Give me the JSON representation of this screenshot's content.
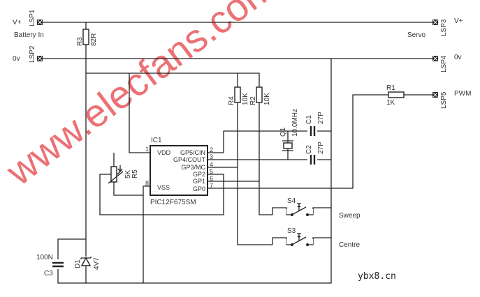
{
  "terminals": {
    "lsp1": {
      "ref": "LSP1",
      "label": "V+"
    },
    "lsp2": {
      "ref": "LSP2",
      "label": "0v"
    },
    "lsp3": {
      "ref": "LSP3",
      "label": "V+"
    },
    "lsp4": {
      "ref": "LSP4",
      "label": "0v"
    },
    "lsp5": {
      "ref": "LSP5",
      "label": "PWM"
    },
    "battery_label": "Battery In",
    "servo_label": "Servo"
  },
  "components": {
    "r1": {
      "ref": "R1",
      "value": "1K"
    },
    "r2": {
      "ref": "R2",
      "value": "10K"
    },
    "r3": {
      "ref": "R3",
      "value": "82R"
    },
    "r4": {
      "ref": "R4",
      "value": "10K"
    },
    "r5": {
      "ref": "R5",
      "value": "5K"
    },
    "c1": {
      "ref": "C1",
      "value": "27P"
    },
    "c2": {
      "ref": "C2",
      "value": "27P"
    },
    "c3": {
      "ref": "C3",
      "value": "100N"
    },
    "d1": {
      "ref": "D1",
      "value": "4V7"
    },
    "q1": {
      "ref": "Q1",
      "value": "10.0MHz"
    },
    "s3": {
      "ref": "S3",
      "label": "Centre"
    },
    "s4": {
      "ref": "S4",
      "label": "Sweep"
    }
  },
  "ic": {
    "ref": "IC1",
    "part": "PIC12F675SM",
    "pins_left": [
      {
        "num": "1",
        "name": "VDD"
      },
      {
        "num": "8",
        "name": "VSS"
      }
    ],
    "pins_right": [
      {
        "num": "2",
        "name": "GP5/CIN"
      },
      {
        "num": "3",
        "name": "GP4/COUT"
      },
      {
        "num": "4",
        "name": "GP3/MC"
      },
      {
        "num": "5",
        "name": "GP2"
      },
      {
        "num": "6",
        "name": "GP1"
      },
      {
        "num": "7",
        "name": "GP0"
      }
    ]
  },
  "watermark": "www.elecfans.com",
  "site_mark": "ybx8.cn"
}
